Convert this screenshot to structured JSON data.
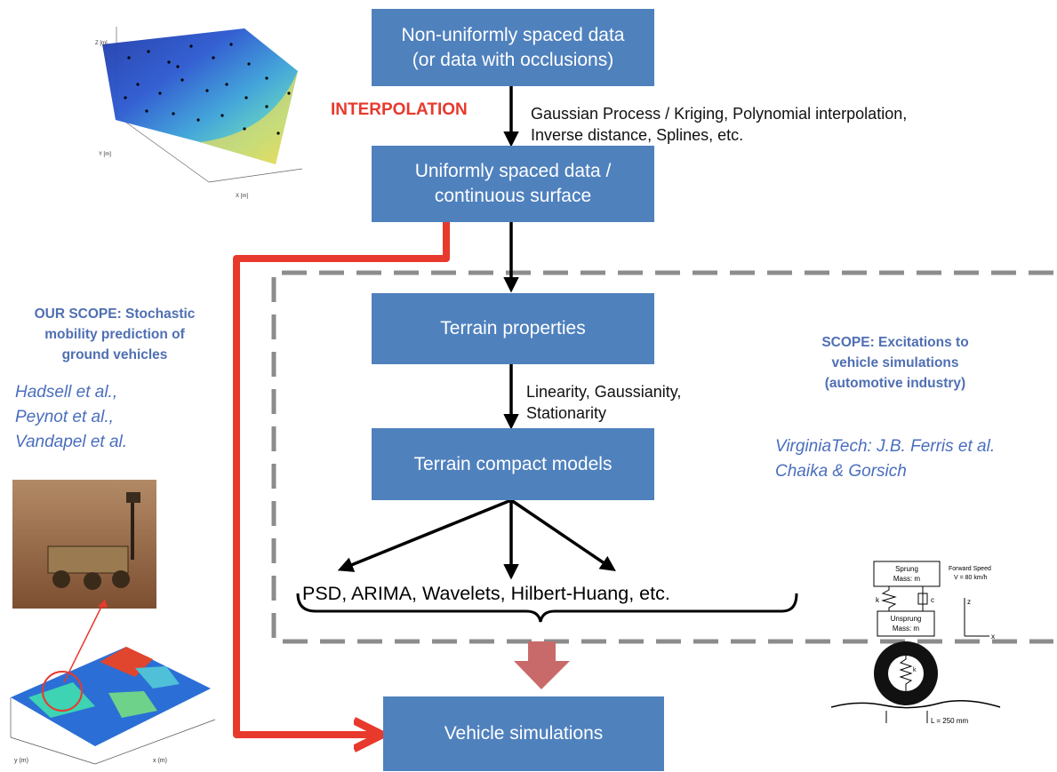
{
  "boxes": {
    "nonuniform": [
      "Non-uniformly spaced data",
      "(or data with occlusions)"
    ],
    "uniform": [
      "Uniformly spaced data /",
      "continuous surface"
    ],
    "terrain_props": "Terrain properties",
    "compact_models": "Terrain compact models",
    "vehicle_sim": "Vehicle simulations"
  },
  "labels": {
    "interpolation": "INTERPOLATION",
    "interp_methods": [
      "Gaussian Process / Kriging, Polynomial interpolation,",
      "Inverse distance, Splines, etc."
    ],
    "terrain_tests": [
      "Linearity, Gaussianity,",
      "Stationarity"
    ],
    "models_list": "PSD,  ARIMA, Wavelets, Hilbert-Huang, etc."
  },
  "left_panel": {
    "scope_title": [
      "OUR SCOPE: Stochastic",
      "mobility prediction of",
      "ground vehicles"
    ],
    "refs": [
      "Hadsell et al.,",
      "Peynot et al.,",
      "Vandapel et al."
    ]
  },
  "right_panel": {
    "scope_title": [
      "SCOPE: Excitations to",
      "vehicle simulations",
      "(automotive industry)"
    ],
    "refs": [
      "VirginiaTech: J.B. Ferris et al.",
      "Chaika & Gorsich"
    ]
  },
  "surface_plot": {
    "xlabel": "X [m]",
    "ylabel": "Y [m]",
    "zlabel": "Z [m]"
  },
  "terrain_plot": {
    "xlabel": "x (m)",
    "ylabel": "y (m)"
  },
  "quarter_car": {
    "sprung": [
      "Sprung",
      "Mass: m"
    ],
    "unsprung": [
      "Unsprung",
      "Mass: m"
    ],
    "forward_speed": [
      "Forward Speed",
      "V = 80 km/h"
    ],
    "ks": "k",
    "cs": "c",
    "kt": "k",
    "base": "L  = 250 mm",
    "z_axis": "z",
    "x_axis": "x"
  },
  "colors": {
    "box_fill": "#4f81bd",
    "red_arrow": "#e8392d",
    "interp_red": "#e8392d",
    "scope_blue": "#4a6ebd",
    "dashed_border": "#8c8c8c",
    "down_arrow": "#c96a6a"
  }
}
